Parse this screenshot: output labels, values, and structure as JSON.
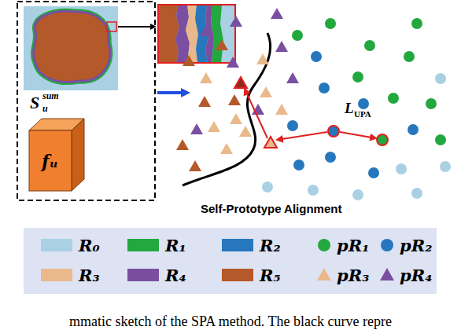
{
  "diagram": {
    "caption": "mmatic sketch of the SPA method. The black curve repre",
    "nodes": [
      {
        "text": [
          "fᵤ"
        ]
      }
    ],
    "labels": [
      "S",
      "sum",
      "u",
      "L",
      "UPA",
      "Self-Prototype Alignment"
    ],
    "legend": [
      {
        "text": "R₀",
        "color": "#a9d0e3"
      },
      {
        "text": "R₁",
        "color": "#22a83e"
      },
      {
        "text": "R₂",
        "color": "#2677bd"
      },
      {
        "text": "pR₁"
      },
      {
        "text": "pR₂"
      },
      {
        "text": "R₃",
        "color": "#e9b98c"
      },
      {
        "text": "R₄",
        "color": "#7a4ea1"
      },
      {
        "text": "R₅",
        "color": "#b4592a"
      },
      {
        "text": "pR₃"
      },
      {
        "text": "pR₄"
      }
    ]
  }
}
